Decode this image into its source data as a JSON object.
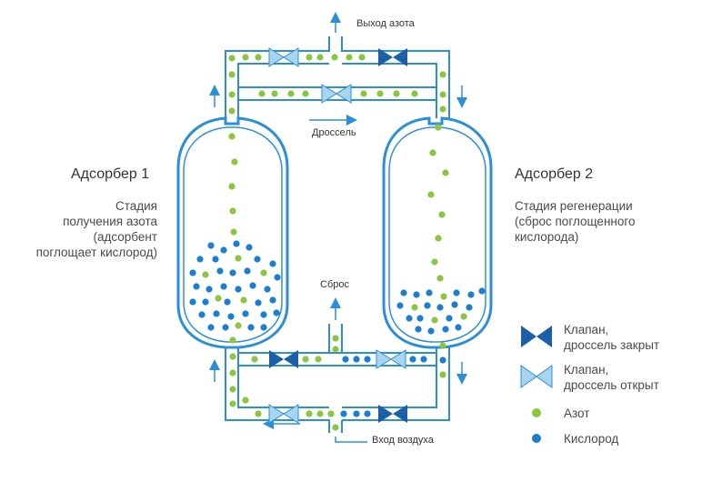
{
  "labels": {
    "nitrogen_outlet": "Выход азота",
    "throttle": "Дроссель",
    "vent": "Сброс",
    "air_inlet": "Вход воздуха"
  },
  "adsorber1": {
    "title": "Адсорбер 1",
    "stage_lines": [
      "Стадия",
      "получения азота",
      "(адсорбент",
      "поглощает кислород)"
    ]
  },
  "adsorber2": {
    "title": "Адсорбер 2",
    "stage_lines": [
      "Стадия регенерации",
      "(сброс поглощенного",
      "кислорода)"
    ]
  },
  "legend": {
    "valve_closed": [
      "Клапан,",
      "дроссель закрыт"
    ],
    "valve_open": [
      "Клапан,",
      "дроссель открыт"
    ],
    "nitrogen": "Азот",
    "oxygen": "Кислород"
  },
  "colors": {
    "pipe": "#2b8fd8",
    "pipe_light": "#cfe6f7",
    "valve_closed": "#1a5fa8",
    "valve_open": "#a8d4f0",
    "nitrogen": "#8cc63f",
    "oxygen": "#1a7fd1"
  }
}
